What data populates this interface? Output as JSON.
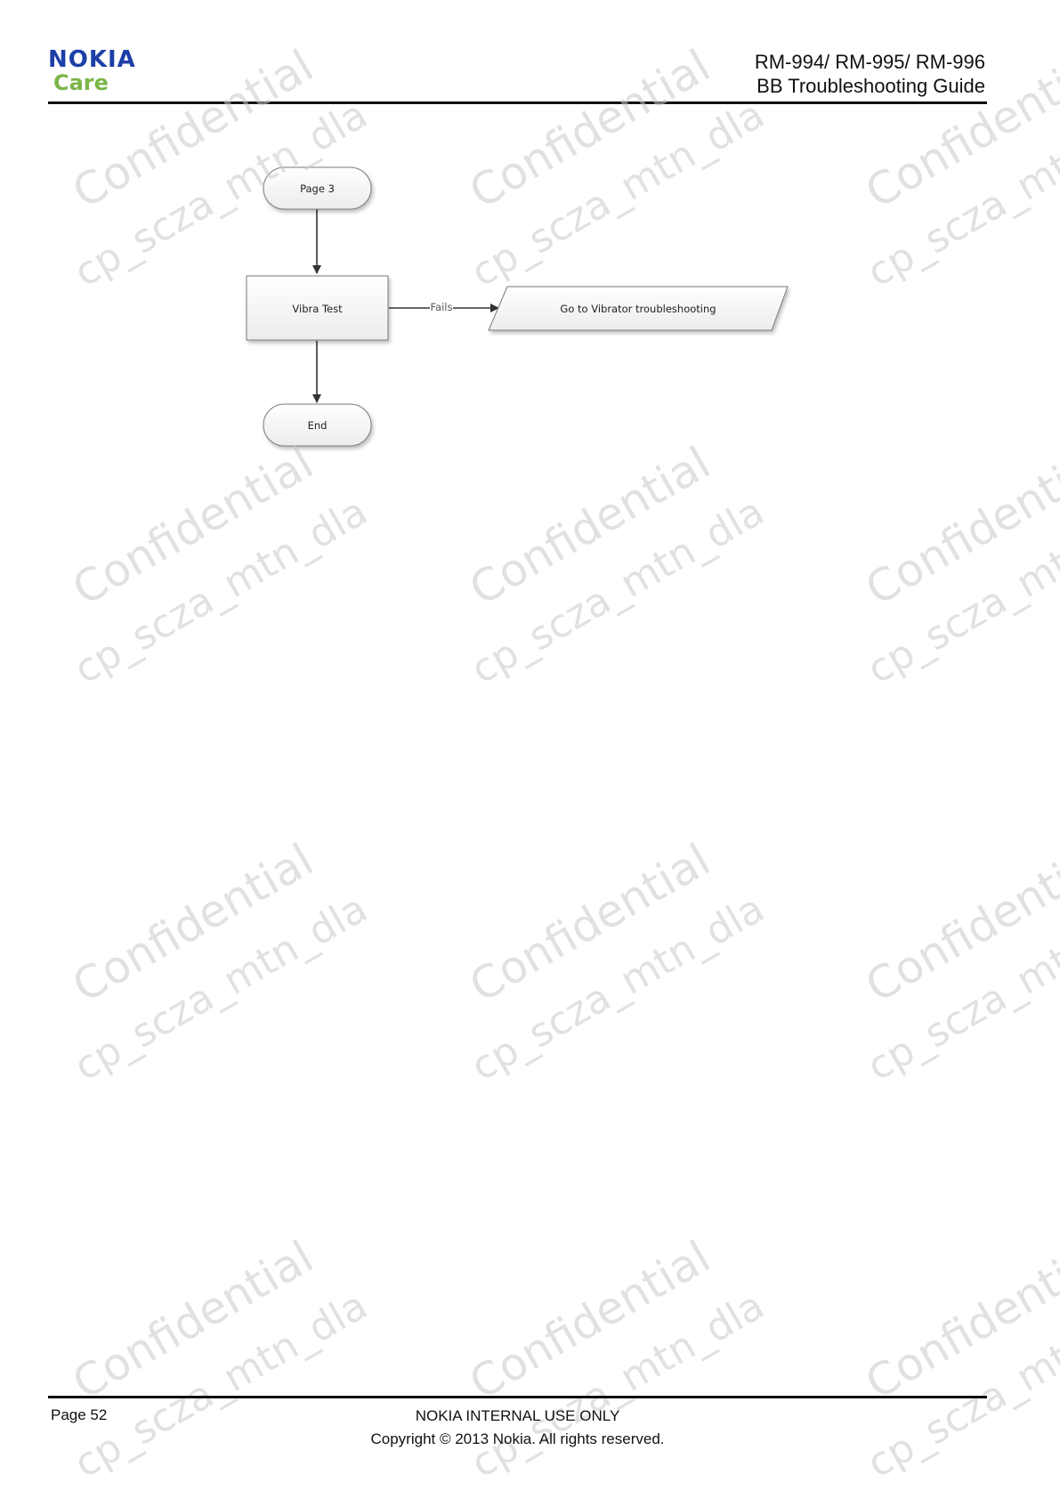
{
  "header": {
    "logo_text": "NOKIA",
    "logo_subtext": "Care",
    "doc_title_line1": "RM-994/ RM-995/ RM-996",
    "doc_title_line2": "BB Troubleshooting Guide"
  },
  "flowchart": {
    "start_label": "Page 3",
    "test_label": "Vibra Test",
    "fail_label": "Fails",
    "action_label": "Go to Vibrator troubleshooting",
    "end_label": "End"
  },
  "watermark": {
    "line1": "Confidential",
    "line2": "cp_scza_mtn_dla"
  },
  "footer": {
    "page_label": "Page 52",
    "notice": "NOKIA INTERNAL USE ONLY",
    "copyright": "Copyright © 2013 Nokia. All rights reserved."
  },
  "colors": {
    "nokia_blue": "#1c3fa8",
    "care_green": "#7ab648"
  }
}
